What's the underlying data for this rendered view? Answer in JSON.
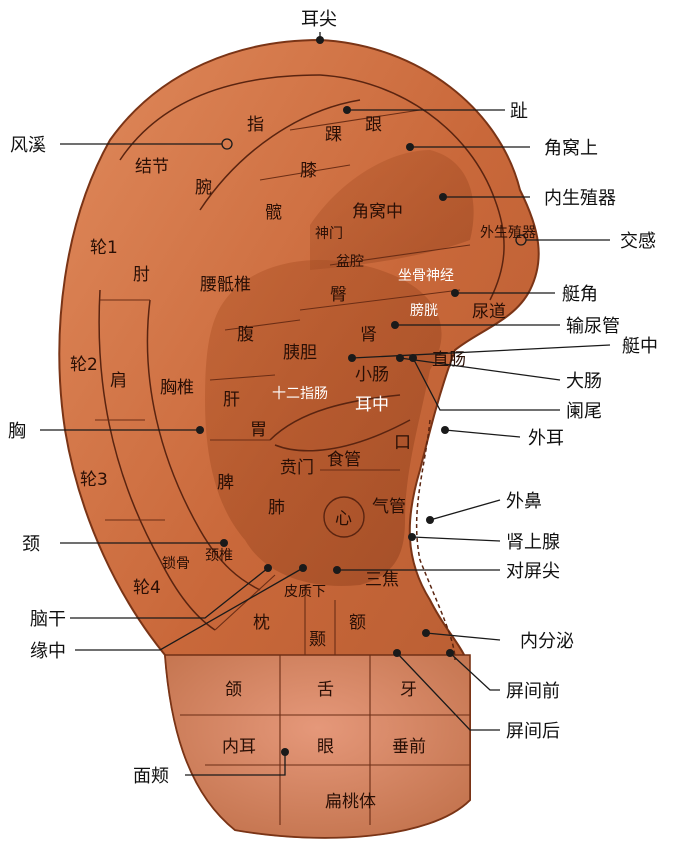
{
  "zones": {
    "zhi": "指",
    "gen": "跟",
    "huai": "踝",
    "xi": "膝",
    "jiewojie": "结节",
    "wan": "腕",
    "kuan": "髋",
    "jiaowozhong": "角窝中",
    "shenmen": "神门",
    "penqiang": "盆腔",
    "waishengzhiqi": "外生殖器",
    "lun1": "轮1",
    "zhou": "肘",
    "yaodizhui": "腰骶椎",
    "zuogushenjing": "坐骨神经",
    "tun": "臀",
    "pangguang": "膀胱",
    "niaodao": "尿道",
    "shen": "肾",
    "fu": "腹",
    "yidan": "胰胆",
    "xiaochang": "小肠",
    "zhichang": "直肠",
    "lun2": "轮2",
    "jian": "肩",
    "xiongzhui": "胸椎",
    "gan": "肝",
    "shierzhichang": "十二指肠",
    "erzhong": "耳中",
    "wei": "胃",
    "benmen": "贲门",
    "shiguan": "食管",
    "kou": "口",
    "lun3": "轮3",
    "pi": "脾",
    "fei": "肺",
    "xin": "心",
    "qiguan": "气管",
    "suogu": "锁骨",
    "jingzhui": "颈椎",
    "lun4": "轮4",
    "pizhixia": "皮质下",
    "sanjiao": "三焦",
    "zhen": "枕",
    "nie": "颞",
    "e": "额",
    "he": "颌",
    "she": "舌",
    "ya": "牙",
    "neier": "内耳",
    "yan": "眼",
    "chuiqian": "垂前",
    "biantaoti": "扁桃体"
  },
  "callouts": {
    "erjian": "耳尖",
    "zhi_toe": "趾",
    "fengxi": "风溪",
    "jiaowoshang": "角窝上",
    "neishengzhiqi": "内生殖器",
    "jiaogan": "交感",
    "tingjiao": "艇角",
    "shuniaoguan": "输尿管",
    "tingzhong": "艇中",
    "dachang": "大肠",
    "lanwei": "阑尾",
    "xiong": "胸",
    "waier": "外耳",
    "waibi": "外鼻",
    "shenshangxian": "肾上腺",
    "jing": "颈",
    "duipingjian": "对屏尖",
    "naogan": "脑干",
    "yuanzhong": "缘中",
    "neifenmi": "内分泌",
    "pingjianqian": "屏间前",
    "pingjianhou": "屏间后",
    "mianjia": "面颊"
  }
}
